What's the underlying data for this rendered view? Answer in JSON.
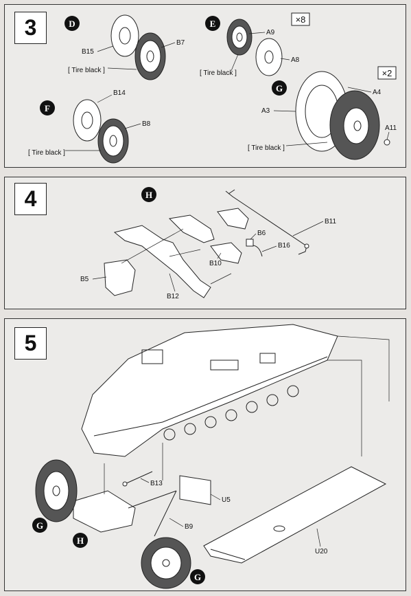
{
  "steps": [
    {
      "number": "3"
    },
    {
      "number": "4"
    },
    {
      "number": "5"
    }
  ],
  "step3": {
    "callouts": {
      "D": "D",
      "E": "E",
      "F": "F",
      "G": "G"
    },
    "labels": {
      "B15": "B15",
      "B7": "B7",
      "A9": "A9",
      "A8": "A8",
      "B14": "B14",
      "B8": "B8",
      "A4": "A4",
      "A3": "A3",
      "A11": "A11"
    },
    "tire_label": "[ Tire black ]",
    "qty_e": "×8",
    "qty_g": "×2"
  },
  "step4": {
    "callouts": {
      "H": "H"
    },
    "labels": {
      "B11": "B11",
      "B6": "B6",
      "B16": "B16",
      "B10": "B10",
      "B5": "B5",
      "B12": "B12"
    }
  },
  "step5": {
    "callouts": {
      "G": "G",
      "H": "H"
    },
    "labels": {
      "B13": "B13",
      "U5": "U5",
      "B9": "B9",
      "U20": "U20"
    }
  }
}
